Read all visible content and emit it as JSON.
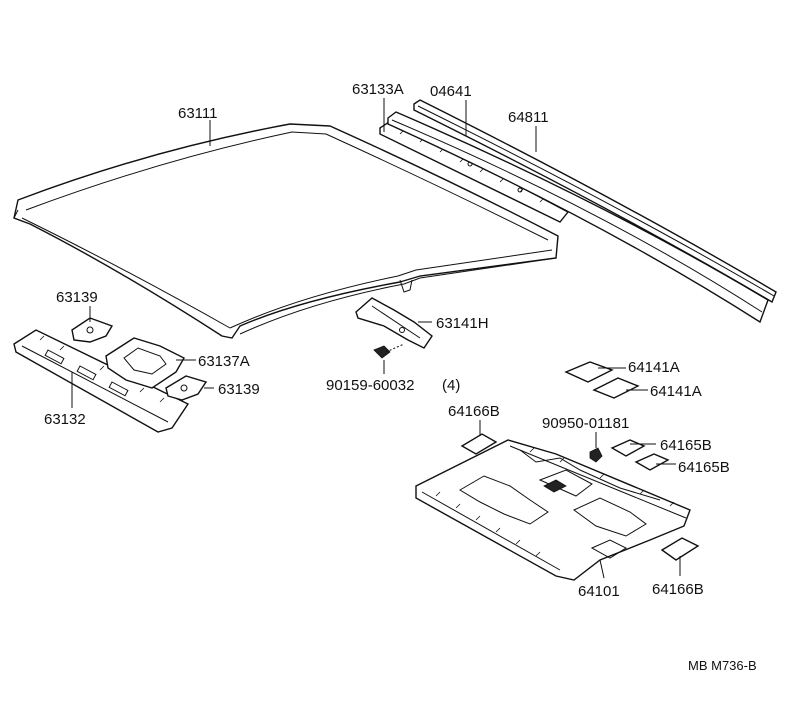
{
  "diagram": {
    "labels": {
      "p63111": "63111",
      "p63133a": "63133A",
      "p04641": "04641",
      "p64811": "64811",
      "p63139_top": "63139",
      "p63137a": "63137A",
      "p63139_bottom": "63139",
      "p63132": "63132",
      "p63141h": "63141H",
      "p90159": "90159-60032",
      "p90159_qty": "(4)",
      "p64141a_top": "64141A",
      "p64141a_bottom": "64141A",
      "p64166b_top": "64166B",
      "p90950": "90950-01181",
      "p64165b_top": "64165B",
      "p64165b_bottom": "64165B",
      "p64101": "64101",
      "p64166b_bottom": "64166B"
    },
    "reference": "MB M736-B"
  },
  "colors": {
    "line": "#111111",
    "background": "#ffffff"
  }
}
